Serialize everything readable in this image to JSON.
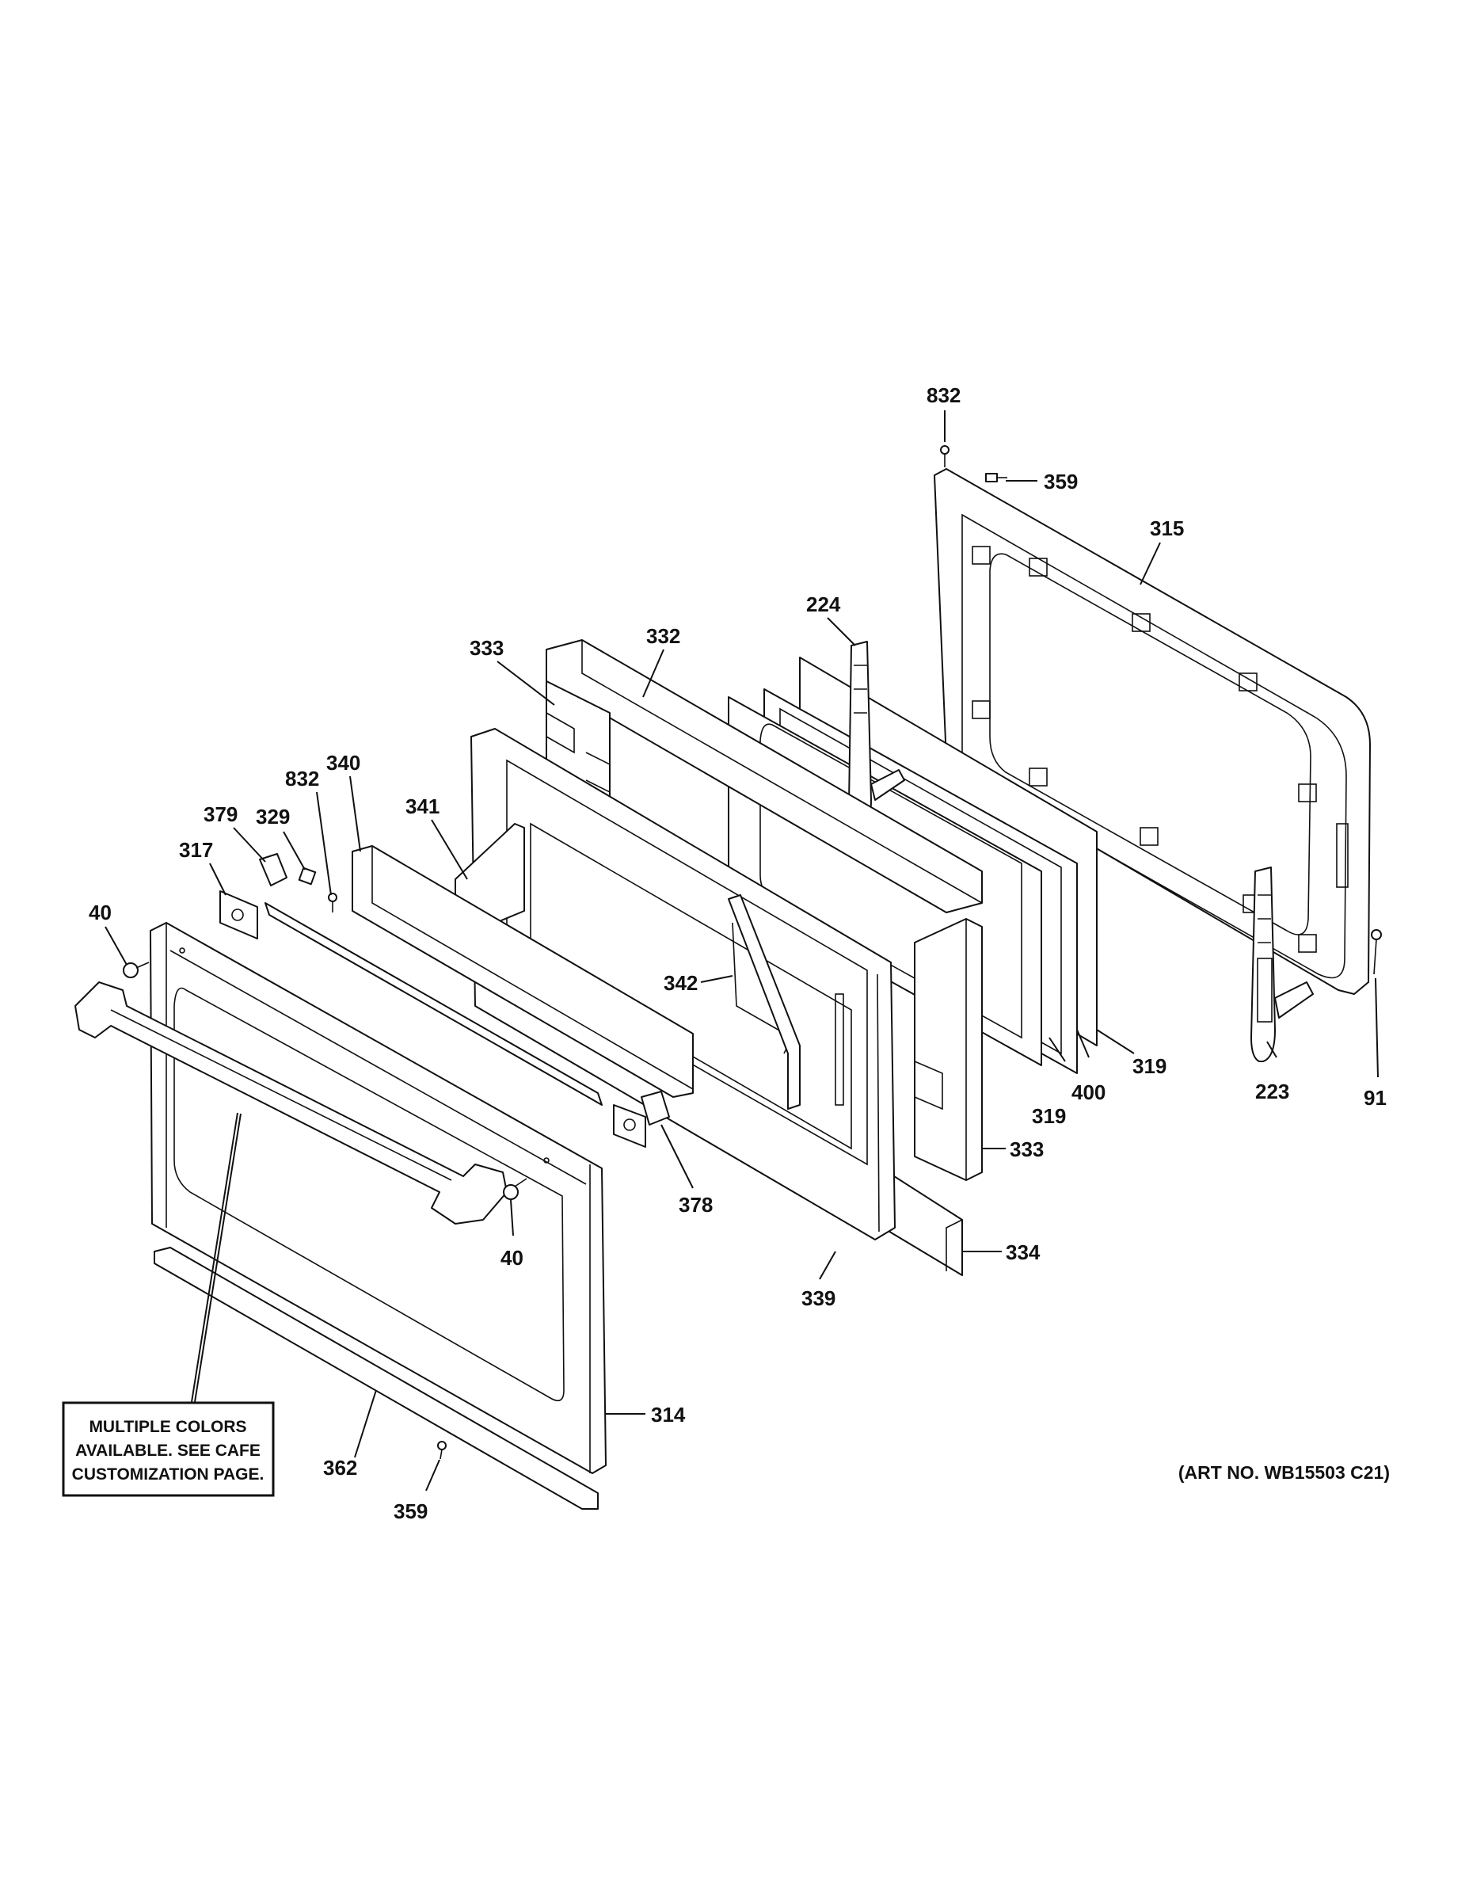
{
  "callouts": {
    "c832a": "832",
    "c359a": "359",
    "c315": "315",
    "c224": "224",
    "c333a": "333",
    "c332": "332",
    "c340": "340",
    "c832b": "832",
    "c341": "341",
    "c379": "379",
    "c329": "329",
    "c317": "317",
    "c40a": "40",
    "c342": "342",
    "c319a": "319",
    "c400": "400",
    "c319b": "319",
    "c223": "223",
    "c91": "91",
    "c333b": "333",
    "c378": "378",
    "c40b": "40",
    "c334": "334",
    "c339": "339",
    "c314": "314",
    "c362": "362",
    "c359b": "359"
  },
  "note": {
    "line1": "MULTIPLE COLORS",
    "line2": "AVAILABLE. SEE CAFE",
    "line3": "CUSTOMIZATION PAGE."
  },
  "art_number": "(ART NO. WB15503 C21)"
}
